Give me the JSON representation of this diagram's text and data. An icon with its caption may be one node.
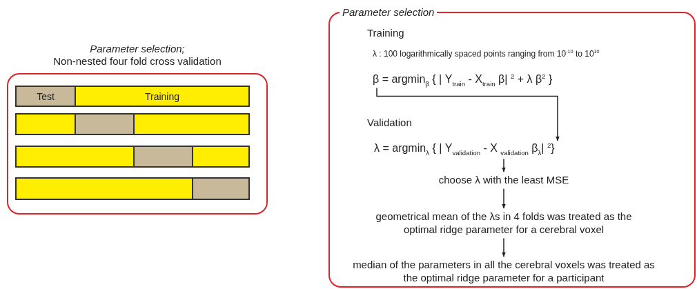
{
  "diagram": {
    "nodes": [
      {
        "text": [
          "Parameter selection;",
          "Non-nested four fold cross validation"
        ]
      },
      {
        "text": [
          "Test"
        ],
        "in": 0
      },
      {
        "text": [
          "Training"
        ],
        "in": 0
      },
      {
        "text": [],
        "shape": "box",
        "in": 0
      },
      {
        "text": [],
        "shape": "box",
        "in": 0
      },
      {
        "text": [],
        "shape": "box",
        "in": 0
      },
      {
        "text": [],
        "shape": "box",
        "in": 0
      },
      {
        "text": [],
        "shape": "box",
        "in": 0
      },
      {
        "text": [],
        "shape": "box",
        "in": 0
      },
      {
        "text": [],
        "shape": "box",
        "in": 0
      },
      {
        "text": [],
        "shape": "box",
        "in": 0
      },
      {
        "text": [
          "Parameter selection"
        ]
      },
      {
        "text": [
          "β = argmin$_{β}$ { | Y$_{train}$ - X$_{train}$ β| $^{2}$ + λ β$^{2}$ }"
        ],
        "in": 11
      },
      {
        "text": [
          "λ = argmin$_{λ}$ { | Y$_{validation}$ - X $_{validation}$ β$_{λ}$| $^{2}$}"
        ],
        "in": 11
      },
      {
        "text": [
          "choose λ with the least MSE"
        ],
        "in": 11
      },
      {
        "text": [
          "geometrical mean of the λs in 4 folds was treated as the optimal ridge parameter for a cerebral voxel"
        ],
        "in": 11
      },
      {
        "text": [
          "median of the parameters in all the cerebral voxels was treated as the optimal ridge parameter for a participant"
        ],
        "in": 11
      }
    ],
    "edges": [
      {
        "from": 12,
        "to": 13,
        "arrow": "to"
      },
      {
        "from": 13,
        "to": 14,
        "arrow": "to"
      },
      {
        "from": 14,
        "to": 15,
        "arrow": "to"
      },
      {
        "from": 15,
        "to": 16,
        "arrow": "to"
      }
    ],
    "labels": [
      "Training",
      "λ : 100 logarithmically spaced points ranging from 10$^{-10}$ to 10$^{10}$",
      "Validation"
    ]
  }
}
